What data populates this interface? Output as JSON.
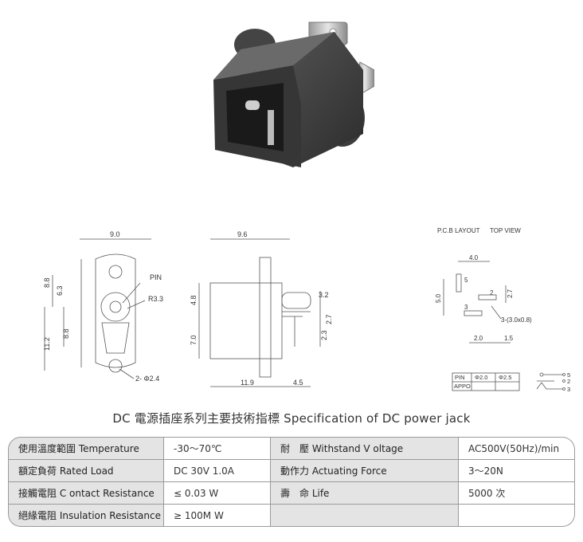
{
  "product_photo_alt": "DC power jack",
  "drawing": {
    "front": {
      "dim_width": "9.0",
      "dim_h1": "6.3",
      "dim_h2": "8.8",
      "dim_h3": "8.8",
      "dim_h4": "11.2",
      "label_pin": "PIN",
      "label_radius": "R3.3",
      "label_holes": "2- Φ2.4"
    },
    "side": {
      "dim_width": "9.6",
      "dim_h1": "4.8",
      "dim_h2": "7.0",
      "dim_d1": "3.2",
      "dim_d2": "2.7",
      "dim_d3": "2.3",
      "dim_base1": "11.9",
      "dim_base2": "4.5"
    },
    "pcb": {
      "heading1": "P.C.B LAYOUT",
      "heading2": "TOP VIEW",
      "dim_top": "4.0",
      "dim_left": "5.0",
      "dim_bottom1": "2.0",
      "dim_bottom2": "1.5",
      "dim_right": "2.7",
      "slot_note": "3-(3.0x0.8)",
      "pad1": "5",
      "pad2": "2",
      "pad3": "3"
    },
    "pin_table": {
      "headers": [
        "PIN",
        "Φ2.0",
        "Φ2.5"
      ],
      "row2": [
        "APPO",
        "",
        ""
      ]
    },
    "schematic": {
      "pins": [
        "5",
        "2",
        "3"
      ]
    }
  },
  "title": "DC  電源插座系列主要技術指標 Specification of DC power jack",
  "spec": {
    "rows": [
      [
        "使用溫度範圍 Temperature",
        "-30～70℃",
        "耐　壓 Withstand V oltage",
        "AC500V(50Hz)/min"
      ],
      [
        "額定負荷  Rated Load",
        "DC  30V  1.0A",
        "動作力  Actuating Force",
        "3～20N"
      ],
      [
        "接觸電阻  C ontact Resistance",
        "≤ 0.03 W",
        "壽　命  Life",
        "5000 次"
      ],
      [
        "絕緣電阻  Insulation Resistance",
        "≥ 100M W",
        "",
        ""
      ]
    ]
  }
}
